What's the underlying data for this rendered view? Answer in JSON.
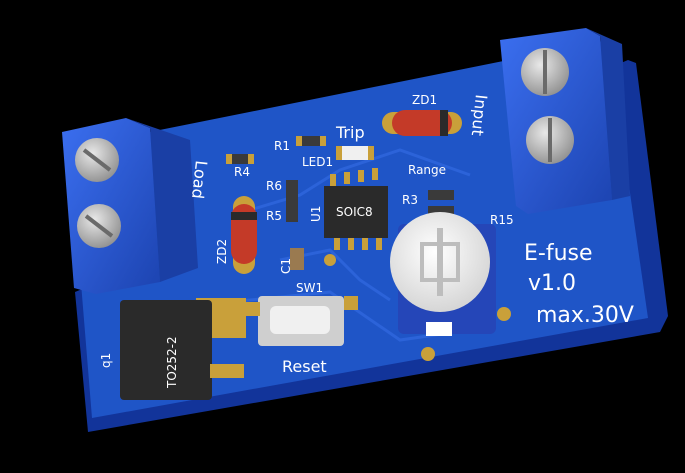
{
  "board": {
    "brand_text": "E-fuse",
    "version_text": "v1.0",
    "rating_text": "max.30V",
    "colors": {
      "pcb": "#1f55c7",
      "pcb_edge": "#12349a",
      "terminal": "#2a5ed8",
      "pad": "#c9a03a",
      "silk": "#ffffff"
    }
  },
  "labels": {
    "input": "Input",
    "load": "Load",
    "trip": "Trip",
    "reset": "Reset",
    "range": "Range",
    "r1": "R1",
    "r3": "R3",
    "r4": "R4",
    "r5": "R5",
    "r6": "R6",
    "r15": "R15",
    "led1": "LED1",
    "zd1": "ZD1",
    "zd2": "ZD2",
    "c1": "C1",
    "u1": "U1",
    "sw1": "SW1",
    "q1": "q1",
    "soic": "SOIC8",
    "package": "TO252-2"
  }
}
